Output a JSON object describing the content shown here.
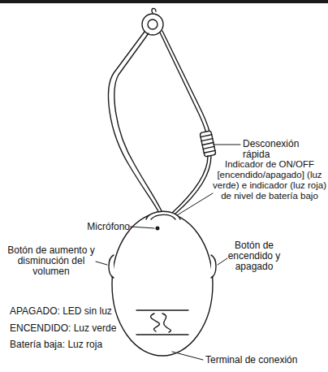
{
  "diagram": {
    "labels": [
      "Desconexión rápida",
      "Indicador de ON/OFF [encendido/apagado] (luz verde) e indicador (luz roja) de nivel de batería bajo",
      "Micrófono",
      "Botón de aumento y disminución del volumen",
      "Botón de encendido y apagado",
      "APAGADO: LED sin luz",
      "ENCENDIDO: Luz verde",
      "Batería baja: Luz roja",
      "Terminal de conexión"
    ]
  }
}
